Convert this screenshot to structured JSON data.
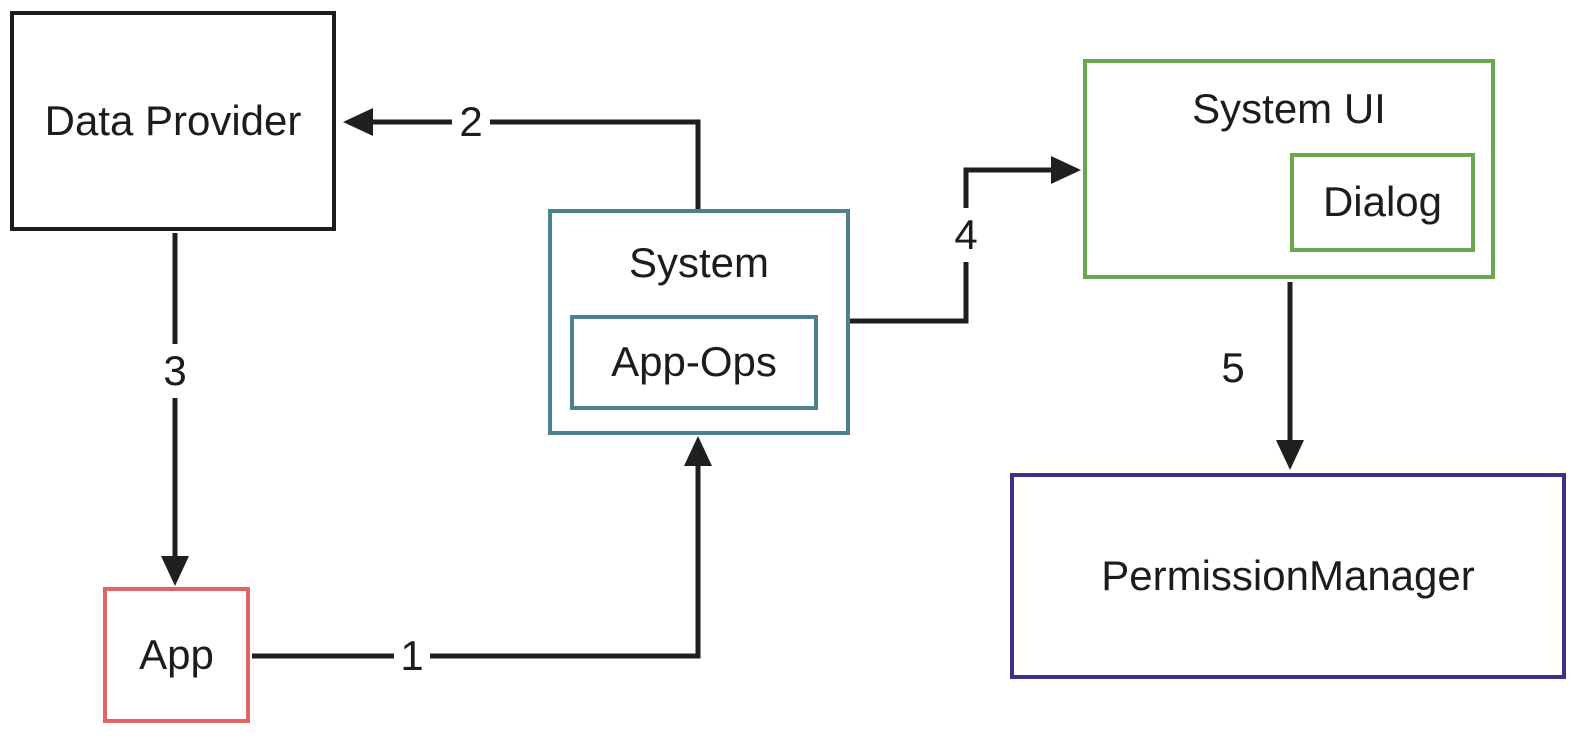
{
  "canvas": {
    "background": "#ffffff",
    "arrow_color": "#1f1f1f",
    "text_color": "#1c1c1c"
  },
  "diagram": {
    "nodes": {
      "data_provider": {
        "label": "Data Provider",
        "border_color": "#1c1c1c"
      },
      "system": {
        "label": "System",
        "child_label": "App-Ops",
        "border_color": "#4d8190"
      },
      "system_ui": {
        "label": "System UI",
        "child_label": "Dialog",
        "border_color": "#6aa84f"
      },
      "permission_manager": {
        "label": "PermissionManager",
        "border_color": "#3d3092"
      },
      "app": {
        "label": "App",
        "border_color": "#e06666"
      }
    },
    "edges": [
      {
        "label": "1",
        "from": "App",
        "to": "System"
      },
      {
        "label": "2",
        "from": "System",
        "to": "Data Provider"
      },
      {
        "label": "3",
        "from": "Data Provider",
        "to": "App"
      },
      {
        "label": "4",
        "from": "System",
        "to": "System UI"
      },
      {
        "label": "5",
        "from": "System UI",
        "to": "PermissionManager"
      }
    ]
  }
}
